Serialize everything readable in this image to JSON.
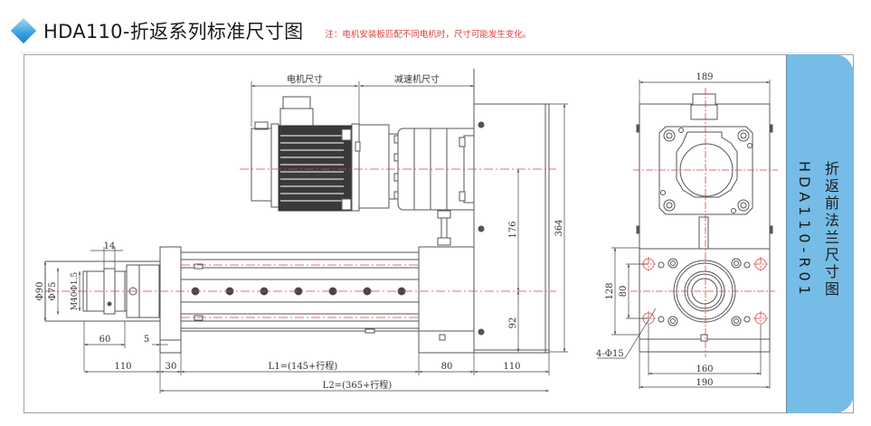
{
  "header": {
    "title": "HDA110-折返系列标准尺寸图",
    "note": "注：电机安装板匹配不同电机时，尺寸可能发生变化。",
    "icon": "diamond-icon"
  },
  "side_panel": {
    "title_cn": "折返前法兰尺寸图",
    "model": "HDA110-R01",
    "color": "#75bde6"
  },
  "colors": {
    "centerline": "#e0403a",
    "outline": "#555555",
    "dim_line": "#444444"
  },
  "side_view": {
    "labels": {
      "motor_size": "电机尺寸",
      "reducer_size": "减速机尺寸"
    },
    "dimensions": {
      "d14": "14",
      "phi90": "Φ90",
      "phi75": "Φ75",
      "thread": "M40Φ1.5",
      "d60": "60",
      "d5": "5",
      "d110_left": "110",
      "d30": "30",
      "l1": "L1=(145+行程)",
      "d80": "80",
      "d110_right": "110",
      "l2": "L2=(365+行程)",
      "d176": "176",
      "d92": "92",
      "d364": "364"
    }
  },
  "end_view": {
    "dimensions": {
      "d189": "189",
      "d128": "128",
      "d80": "80",
      "holes": "4-Φ15",
      "d160": "160",
      "d190": "190"
    }
  }
}
